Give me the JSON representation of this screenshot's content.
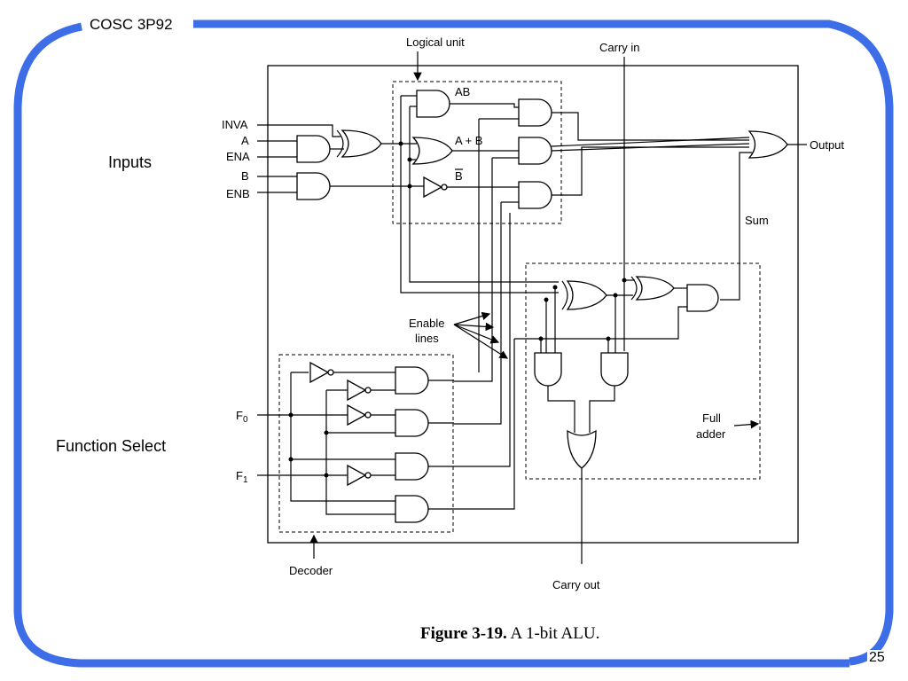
{
  "slide": {
    "course": "COSC 3P92",
    "page_number": "25",
    "label_inputs": "Inputs",
    "label_function_select": "Function Select",
    "caption_bold": "Figure 3-19.",
    "caption_rest": "A 1-bit ALU.",
    "accent_color": "#3d6ee8"
  },
  "diagram": {
    "logical_unit": "Logical unit",
    "carry_in": "Carry in",
    "inva": "INVA",
    "a": "A",
    "ena": "ENA",
    "b": "B",
    "enb": "ENB",
    "out_ab": "AB",
    "out_a_or_b": "A + B",
    "out_not_b": "B",
    "output": "Output",
    "sum": "Sum",
    "enable": "Enable",
    "lines": "lines",
    "full": "Full",
    "adder": "adder",
    "f0": "F",
    "f0_sub": "0",
    "f1": "F",
    "f1_sub": "1",
    "decoder": "Decoder",
    "carry_out": "Carry out"
  }
}
